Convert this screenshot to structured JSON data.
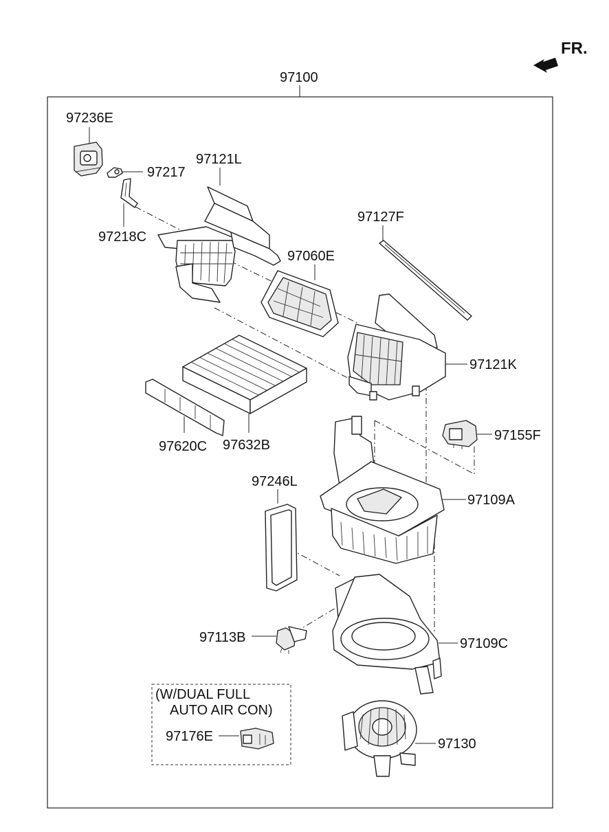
{
  "direction_label": "FR.",
  "assembly_label": "97100",
  "note": {
    "line1": "(W/DUAL FULL",
    "line2": "AUTO AIR CON)"
  },
  "parts": {
    "p97236E": "97236E",
    "p97217": "97217",
    "p97218C": "97218C",
    "p97121L": "97121L",
    "p97127F": "97127F",
    "p97060E": "97060E",
    "p97121K": "97121K",
    "p97155F": "97155F",
    "p97620C": "97620C",
    "p97632B": "97632B",
    "p97246L": "97246L",
    "p97109A": "97109A",
    "p97113B": "97113B",
    "p97109C": "97109C",
    "p97176E": "97176E",
    "p97130": "97130"
  }
}
